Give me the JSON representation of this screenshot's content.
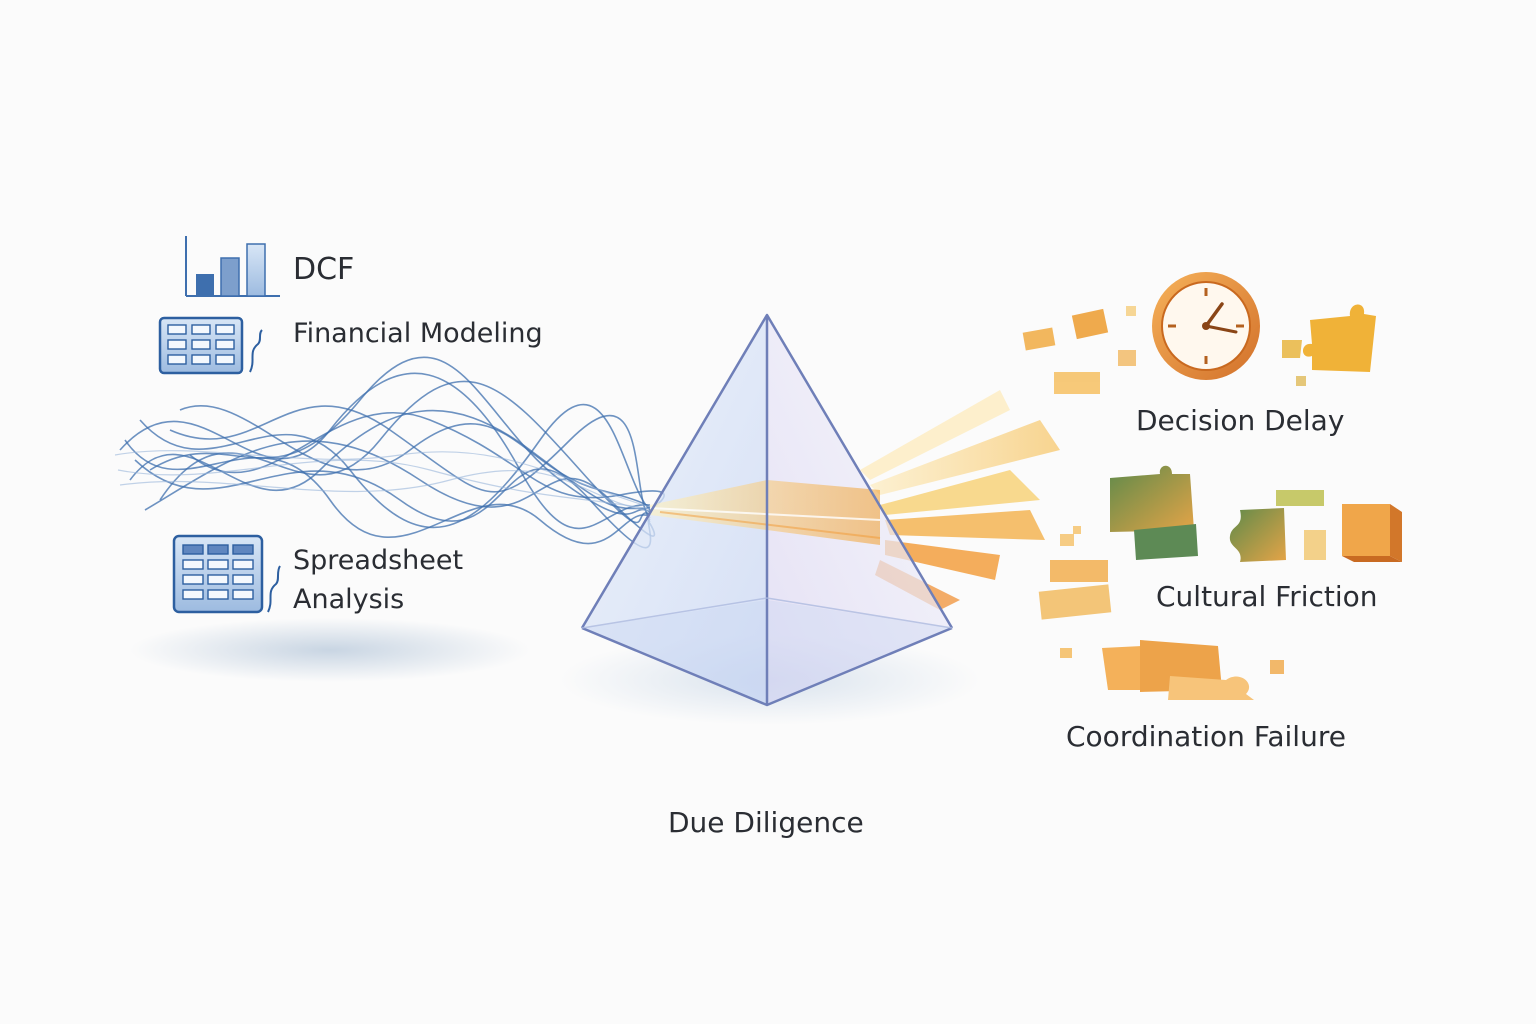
{
  "diagram": {
    "inputs": {
      "dcf": "DCF",
      "financial_modeling": "Financial Modeling",
      "spreadsheet_analysis": "Spreadsheet Analysis"
    },
    "center": "Due Diligence",
    "outputs": {
      "decision_delay": "Decision Delay",
      "cultural_friction": "Cultural Friction",
      "coordination_failure": "Coordination Failure"
    }
  },
  "icons": [
    "bar-chart-icon",
    "spreadsheet-icon",
    "spreadsheet-icon",
    "prism",
    "clock-icon",
    "puzzle-piece-icon"
  ],
  "colors": {
    "input_blue": "#2d5fa0",
    "output_orange": "#f0a238",
    "output_green": "#6a8a4a",
    "text": "#2a2d33"
  }
}
